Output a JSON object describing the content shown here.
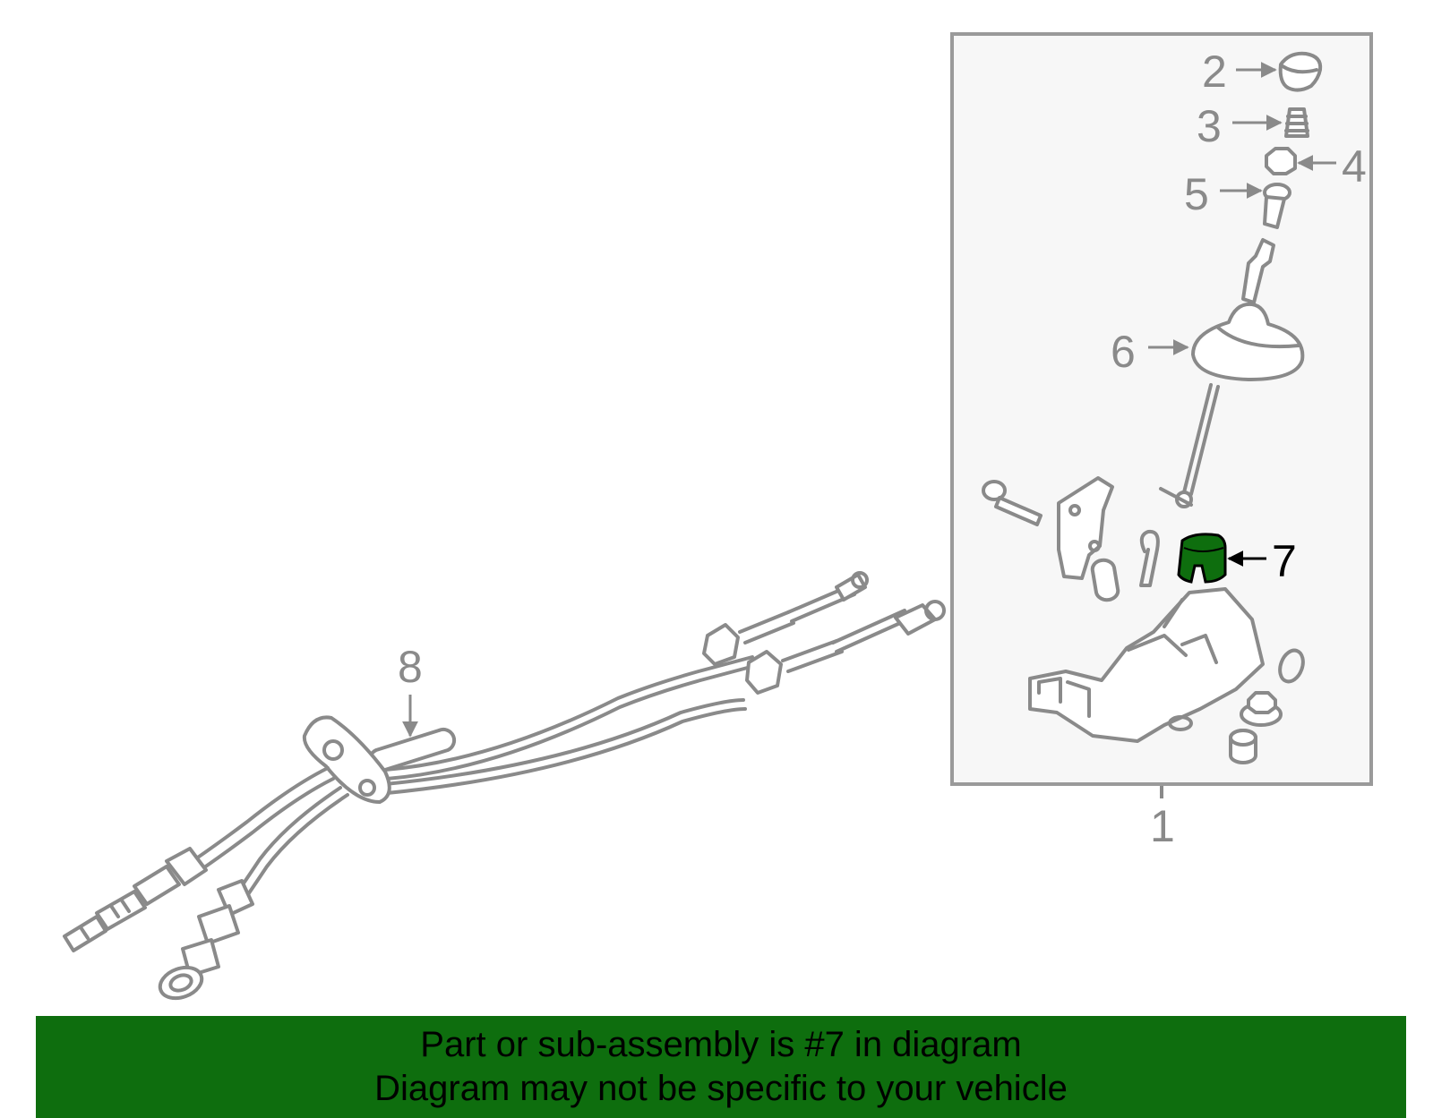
{
  "callouts": {
    "c1": "1",
    "c2": "2",
    "c3": "3",
    "c4": "4",
    "c5": "5",
    "c6": "6",
    "c7": "7",
    "c8": "8"
  },
  "banner": {
    "line1": "Part or sub-assembly is #7 in diagram",
    "line2": "Diagram may not be specific to your vehicle"
  },
  "colors": {
    "highlight": "#0e6e0e",
    "parts": "#8a8a8a",
    "inset_bg": "#f7f7f7"
  }
}
